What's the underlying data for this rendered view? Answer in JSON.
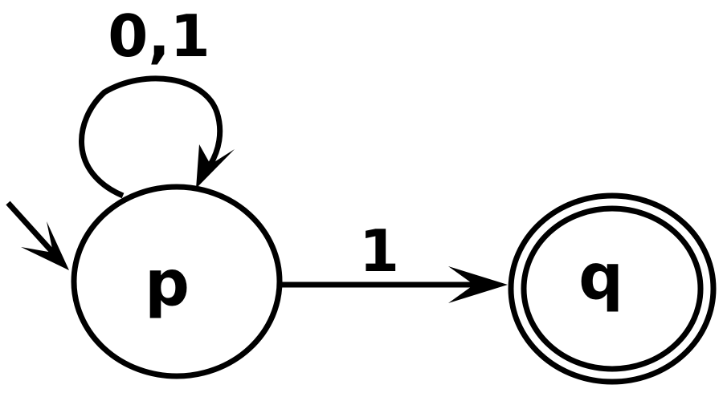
{
  "automaton": {
    "states": [
      {
        "id": "p",
        "label": "p",
        "initial": true,
        "accepting": false
      },
      {
        "id": "q",
        "label": "q",
        "initial": false,
        "accepting": true
      }
    ],
    "transitions": [
      {
        "from": "p",
        "to": "p",
        "label": "0,1"
      },
      {
        "from": "p",
        "to": "q",
        "label": "1"
      }
    ]
  },
  "colors": {
    "stroke": "#000000",
    "background": "#ffffff"
  }
}
